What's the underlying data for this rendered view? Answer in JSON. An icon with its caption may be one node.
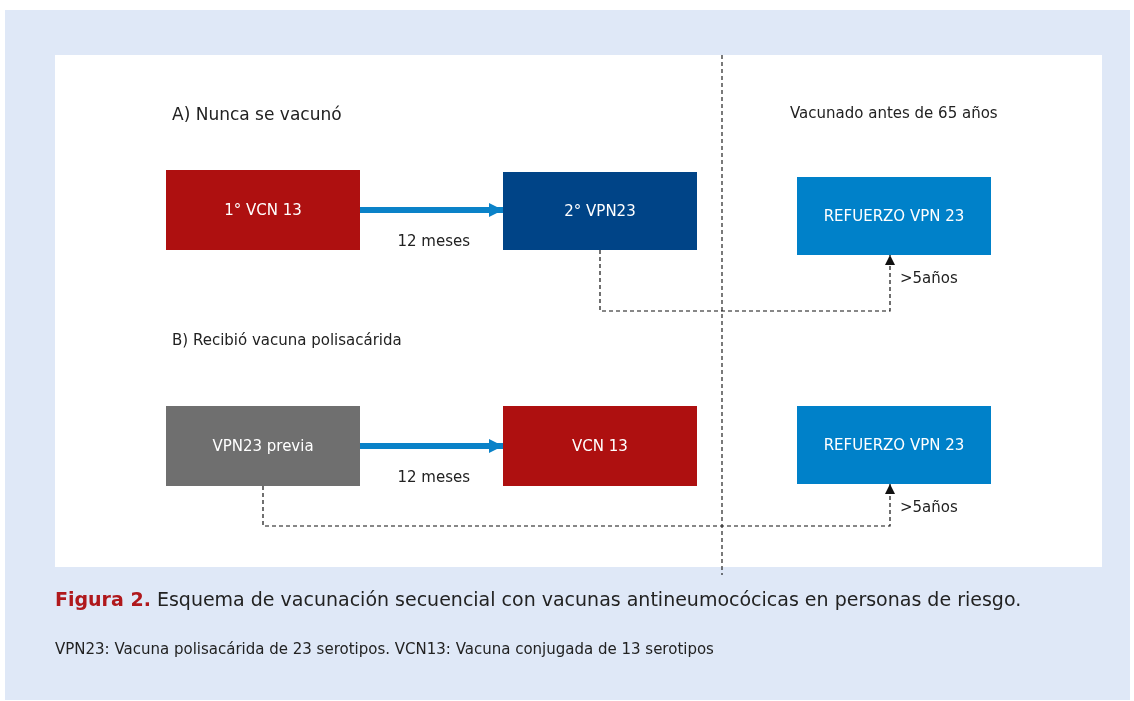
{
  "diagram": {
    "caption": "**Figura 2.** Esquema de vacunación secuencial con vacunas antineumocócicas en personas de riesgo.",
    "nodes": [
      {
        "text": [
          "1° VCN 13"
        ]
      },
      {
        "text": [
          "2° VPN23"
        ]
      },
      {
        "text": [
          "REFUERZO VPN 23"
        ]
      },
      {
        "text": [
          "VPN23 previa"
        ]
      },
      {
        "text": [
          "VCN 13"
        ]
      },
      {
        "text": [
          "REFUERZO VPN 23"
        ]
      }
    ],
    "edges": [
      {
        "from": 0,
        "to": 1,
        "arrow": "to",
        "label": "12 meses",
        "style": "thick",
        "color": "#0a82c8"
      },
      {
        "from": 1,
        "to": 2,
        "arrow": "to",
        "label": ">5años",
        "style": "dashed",
        "color": "#111111"
      },
      {
        "from": 3,
        "to": 4,
        "arrow": "to",
        "label": "12 meses",
        "style": "thick",
        "color": "#0a82c8"
      },
      {
        "from": 3,
        "to": 5,
        "arrow": "to",
        "label": ">5años",
        "style": "dashed",
        "color": "#111111"
      }
    ],
    "labels": [
      "A) Nunca se vacunó",
      "Vacunado antes de 65 años",
      "B) Recibió vacuna polisacárida",
      "VPN23: Vacuna polisacárida de 23 serotipos. VCN13: Vacuna conjugada de 13 serotipos"
    ]
  }
}
